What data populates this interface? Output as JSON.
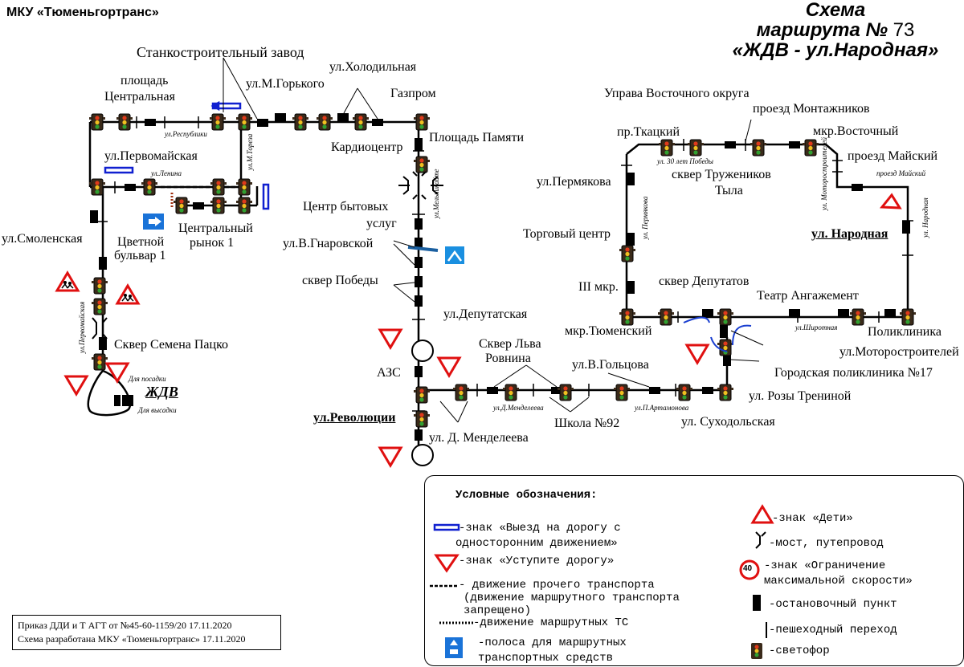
{
  "header": {
    "org": "МКУ «Тюменьгортранс»",
    "title_line1": "Схема",
    "title_line2_prefix": "маршрута №",
    "route_number": "73",
    "title_line3": "«ЖДВ - ул.Народная»"
  },
  "stops_left": {
    "ploshad": "площадь",
    "centralnaya": "Центральная",
    "stanko": "Станкостроительный завод",
    "gorkogo": "ул.М.Горького",
    "holodilnaya": "ул.Холодильная",
    "gazprom": "Газпром",
    "pervomayskaya": "ул.Первомайская",
    "smolenskaya": "ул.Смоленская",
    "cvetnoy1": "Цветной",
    "cvetnoy2": "бульвар 1",
    "rynok1": "Центральный",
    "rynok2": "рынок 1",
    "packo": "Сквер Семена Пацко",
    "zhdv": "ЖДВ",
    "posadka": "Для посадки",
    "vysadka": "Для высадки"
  },
  "stops_center": {
    "kardio": "Кардиоцентр",
    "pamyati": "Площадь Памяти",
    "cbu1": "Центр бытовых",
    "cbu2": "услуг",
    "gnarovskoy": "ул.В.Гнаровской",
    "pobedy": "сквер Победы",
    "deputatskaya": "ул.Депутатская",
    "azs": "АЗС",
    "revolyucii": "ул.Революции",
    "mendeleeva": "ул. Д. Менделеева",
    "rovnina1": "Сквер Льва",
    "rovnina2": "Ровнина",
    "school": "Школа №92",
    "golcova": "ул.В.Гольцова",
    "suhodolskaya": "ул. Суходольская",
    "trenina": "ул. Розы Трениной"
  },
  "stops_right": {
    "uprava": "Управа Восточного округа",
    "montazhnikov": "проезд Монтажников",
    "tkackiy": "пр.Ткацкий",
    "vostochny": "мкр.Восточный",
    "truzhenikov1": "сквер Тружеников",
    "truzhenikov2": "Тыла",
    "mayskiy": "проезд Майский",
    "permyakova": "ул.Пермякова",
    "torgoviy": "Торговый центр",
    "narodnaya": "ул. Народная",
    "iii": "III мкр.",
    "deputatov": "сквер Депутатов",
    "angazhement": "Театр Ангажемент",
    "tyumenskiy": "мкр.Тюменский",
    "poliklinika": "Поликлиника",
    "motorostroiteley": "ул.Моторостроителей",
    "gp17": "Городская поликлиника №17"
  },
  "streets": {
    "respubliki": "ул.Республики",
    "lenina": "ул.Ленина",
    "tereshkova": "ул.М.Тореза",
    "pervomayskaya_v": "ул.Первомайская",
    "melnikayte": "ул.Мельникайте",
    "30let": "ул. 30 лет Победы",
    "motoro_v": "ул. Моторостроителей",
    "mayskiy_s": "проезд Майский",
    "narodnaya_v": "ул. Народная",
    "permyakova_v": "ул. Пермякова",
    "shirotnaya": "ул.Широтная",
    "mendeleeva_s": "ул.Д.Менделеева",
    "artamonova": "ул.П.Артамонова"
  },
  "legend": {
    "title": "Условные обозначения:",
    "oneway1": "-знак «Выезд на дорогу с",
    "oneway2": "односторонним движением»",
    "yield": "-знак «Уступите дорогу»",
    "other1": "- движение прочего транспорта",
    "other2": "(движение маршрутного транспорта",
    "other3": "запрещено)",
    "route": "-движение маршрутных ТС",
    "lane1": "-полоса для маршрутных",
    "lane2": "транспортных средств",
    "children": "-знак «Дети»",
    "bridge": "-мост, путепровод",
    "speed1": "-знак «Ограничение",
    "speed2": "максимальной скорости»",
    "speed_value": "40",
    "stop": "-остановочный пункт",
    "crossing": "-пешеходный переход",
    "light": "-светофор"
  },
  "note": {
    "line1": "Приказ ДДИ и Т АГТ от №45-60-1159/20 17.11.2020",
    "line2": "Схема разработана МКУ «Тюменьгортранс» 17.11.2020"
  },
  "colors": {
    "route": "#000000",
    "sign_red": "#e01010",
    "oneway_blue": "#1020d0",
    "lane_blue": "#1a73d8"
  }
}
